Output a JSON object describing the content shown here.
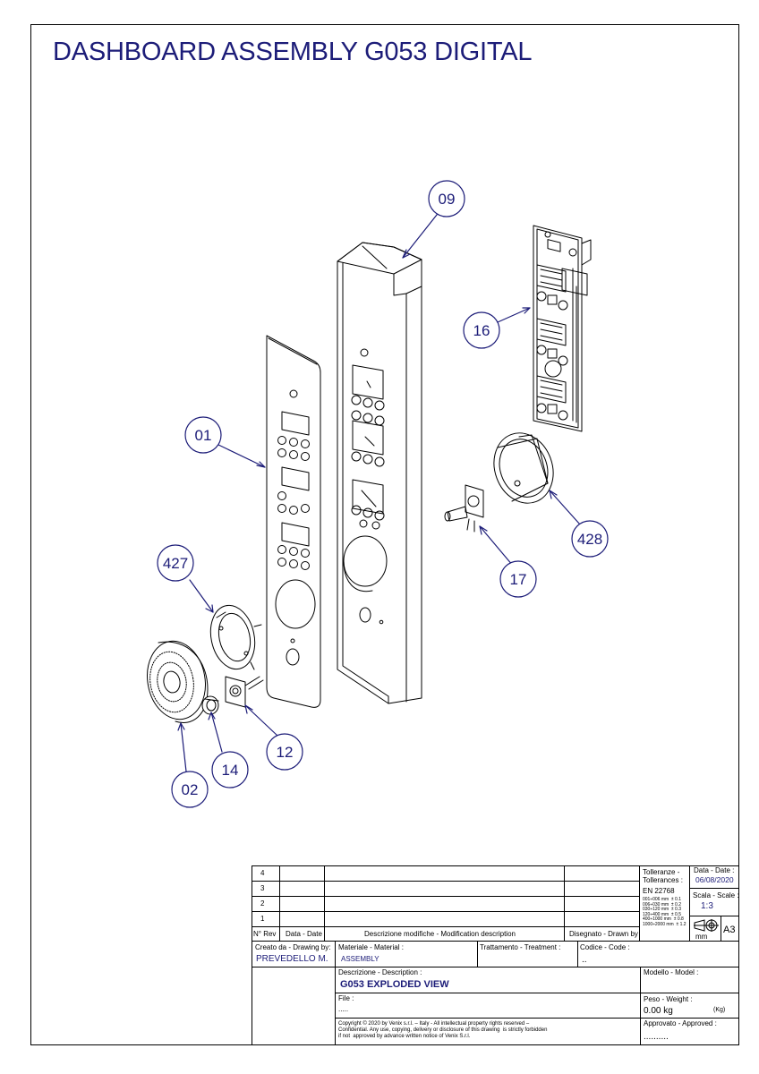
{
  "title": "DASHBOARD ASSEMBLY G053 DIGITAL",
  "callouts": [
    "09",
    "16",
    "01",
    "17",
    "428",
    "427",
    "12",
    "14",
    "02"
  ],
  "colors": {
    "ink": "#1c1c78",
    "line": "#000000"
  },
  "revisions": {
    "rows": [
      "4",
      "3",
      "2",
      "1"
    ]
  },
  "header": {
    "rev": "N° Rev",
    "date": "Data - Date",
    "modification": "Descrizione modifiche - Modification description",
    "drawn_by": "Disegnato - Drawn by"
  },
  "tolerances": {
    "label": "Tolleranze - Tollerances :",
    "standard": "EN 22768",
    "table": "001÷006 mm  ± 0.1\n006÷030 mm  ± 0.2\n030÷120 mm  ± 0.3\n120÷400 mm  ± 0.5\n400÷1000 mm  ± 0.8\n1000÷2000 mm  ± 1.2"
  },
  "date": {
    "label": "Data - Date :",
    "value": "06/08/2020"
  },
  "scale": {
    "label": "Scala - Scale :",
    "value": "1:3"
  },
  "units": "mm",
  "format": "A3",
  "created": {
    "label": "Creato da - Drawing by:",
    "value": "PREVEDELLO M."
  },
  "material": {
    "label": "Materiale - Material :",
    "value": "ASSEMBLY"
  },
  "treatment": {
    "label": "Trattamento - Treatment :"
  },
  "code": {
    "label": "Codice - Code :",
    "value": ".."
  },
  "description": {
    "label": "Descrizione - Description :",
    "value": "G053 EXPLODED VIEW"
  },
  "model": {
    "label": "Modello - Model :"
  },
  "file": {
    "label": "File :",
    "value": "....."
  },
  "weight": {
    "label": "Peso - Weight :",
    "value": "0.00 kg",
    "unit": "(Kg)"
  },
  "copyright": "Copyright © 2020 by Venix s.r.l. – Italy - All intellectual property rights reserved –\nConfidential. Any use, copying, delivery or disclosure of this drawing  is strictly forbidden\nif not  approved by advance written notice of Venix S.r.l.",
  "approved": {
    "label": "Approvato - Approved :",
    "value": ".........."
  }
}
